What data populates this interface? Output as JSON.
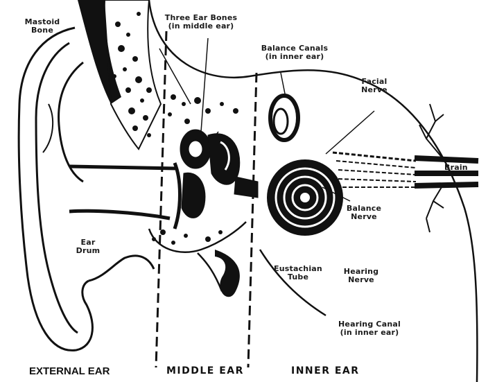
{
  "labels": {
    "mastoid_bone": "Mastoid\nBone",
    "ear_bones": "Three Ear Bones\n(in middle ear)",
    "balance_canals": "Balance Canals\n(in inner ear)",
    "facial_nerve": "Facial\nNerve",
    "brain": "Brain",
    "balance_nerve": "Balance\nNerve",
    "ear_drum": "Ear\nDrum",
    "eustachian_tube": "Eustachian\nTube",
    "hearing_nerve": "Hearing\nNerve",
    "hearing_canal": "Hearing Canal\n(in inner ear)"
  },
  "sections": {
    "external": "EXTERNAL EAR",
    "middle": "MIDDLE EAR",
    "inner": "INNER EAR"
  },
  "colors": {
    "ink": "#111111",
    "paper": "#ffffff"
  }
}
